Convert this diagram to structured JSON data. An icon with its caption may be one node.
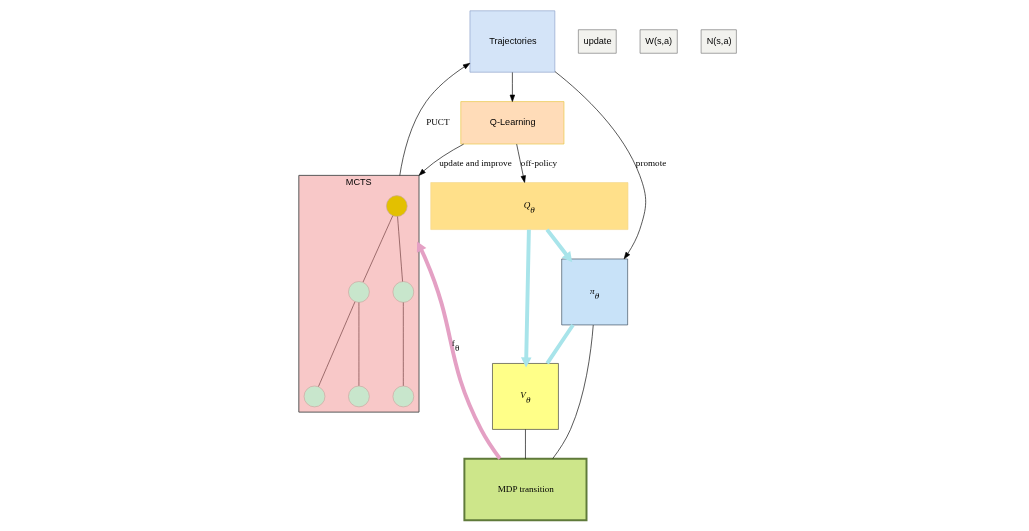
{
  "diagram": {
    "nodes": [
      {
        "text": [
          "MDP transition"
        ]
      },
      {
        "text": [
          "π$_{θ}$"
        ]
      },
      {
        "text": [
          "V$_{θ}$"
        ]
      },
      {
        "text": [
          "Q$_{θ}$"
        ]
      },
      {
        "text": [
          "MCTS"
        ]
      },
      {
        "text": [],
        "shape": "circle",
        "in": 4
      },
      {
        "text": [],
        "shape": "circle",
        "in": 4
      },
      {
        "text": [],
        "shape": "circle",
        "in": 4
      },
      {
        "text": [],
        "shape": "circle",
        "in": 4
      },
      {
        "text": [],
        "shape": "circle",
        "in": 4
      },
      {
        "text": [],
        "shape": "circle",
        "in": 4
      },
      {
        "text": [
          "Trajectories"
        ]
      },
      {
        "text": [
          "Q-Learning"
        ]
      }
    ],
    "edges": [
      {
        "from": 1,
        "to": 0,
        "arrow": "none"
      },
      {
        "from": 2,
        "to": 0,
        "arrow": "none"
      },
      {
        "from": 1,
        "to": 2,
        "arrow": "none",
        "style": "thick",
        "color": "#a8e4ea"
      },
      {
        "from": 3,
        "to": 1,
        "arrow": "to",
        "style": "thick",
        "color": "#a8e4ea"
      },
      {
        "from": 3,
        "to": 2,
        "arrow": "to",
        "style": "thick",
        "color": "#a8e4ea"
      },
      {
        "from": 0,
        "to": 4,
        "arrow": "to",
        "label": "f$_{θ}$",
        "style": "thick",
        "color": "#e4a0c4"
      },
      {
        "from": 5,
        "to": 6,
        "arrow": "none",
        "color": "#6b3a3a"
      },
      {
        "from": 5,
        "to": 7,
        "arrow": "none",
        "color": "#6b3a3a"
      },
      {
        "from": 6,
        "to": 8,
        "arrow": "none",
        "color": "#6b3a3a"
      },
      {
        "from": 6,
        "to": 9,
        "arrow": "none",
        "color": "#6b3a3a"
      },
      {
        "from": 7,
        "to": 10,
        "arrow": "none",
        "color": "#6b3a3a"
      },
      {
        "from": 4,
        "to": 11,
        "arrow": "to",
        "label": "PUCT"
      },
      {
        "from": 11,
        "to": 12,
        "arrow": "to"
      },
      {
        "from": 12,
        "to": 4,
        "arrow": "to",
        "label": "update and improve"
      },
      {
        "from": 12,
        "to": 3,
        "arrow": "to",
        "label": "off-policy"
      },
      {
        "from": 11,
        "to": 1,
        "arrow": "to",
        "label": "promote"
      }
    ],
    "labels": [
      "update",
      "W(s,a)",
      "N(s,a)"
    ]
  }
}
